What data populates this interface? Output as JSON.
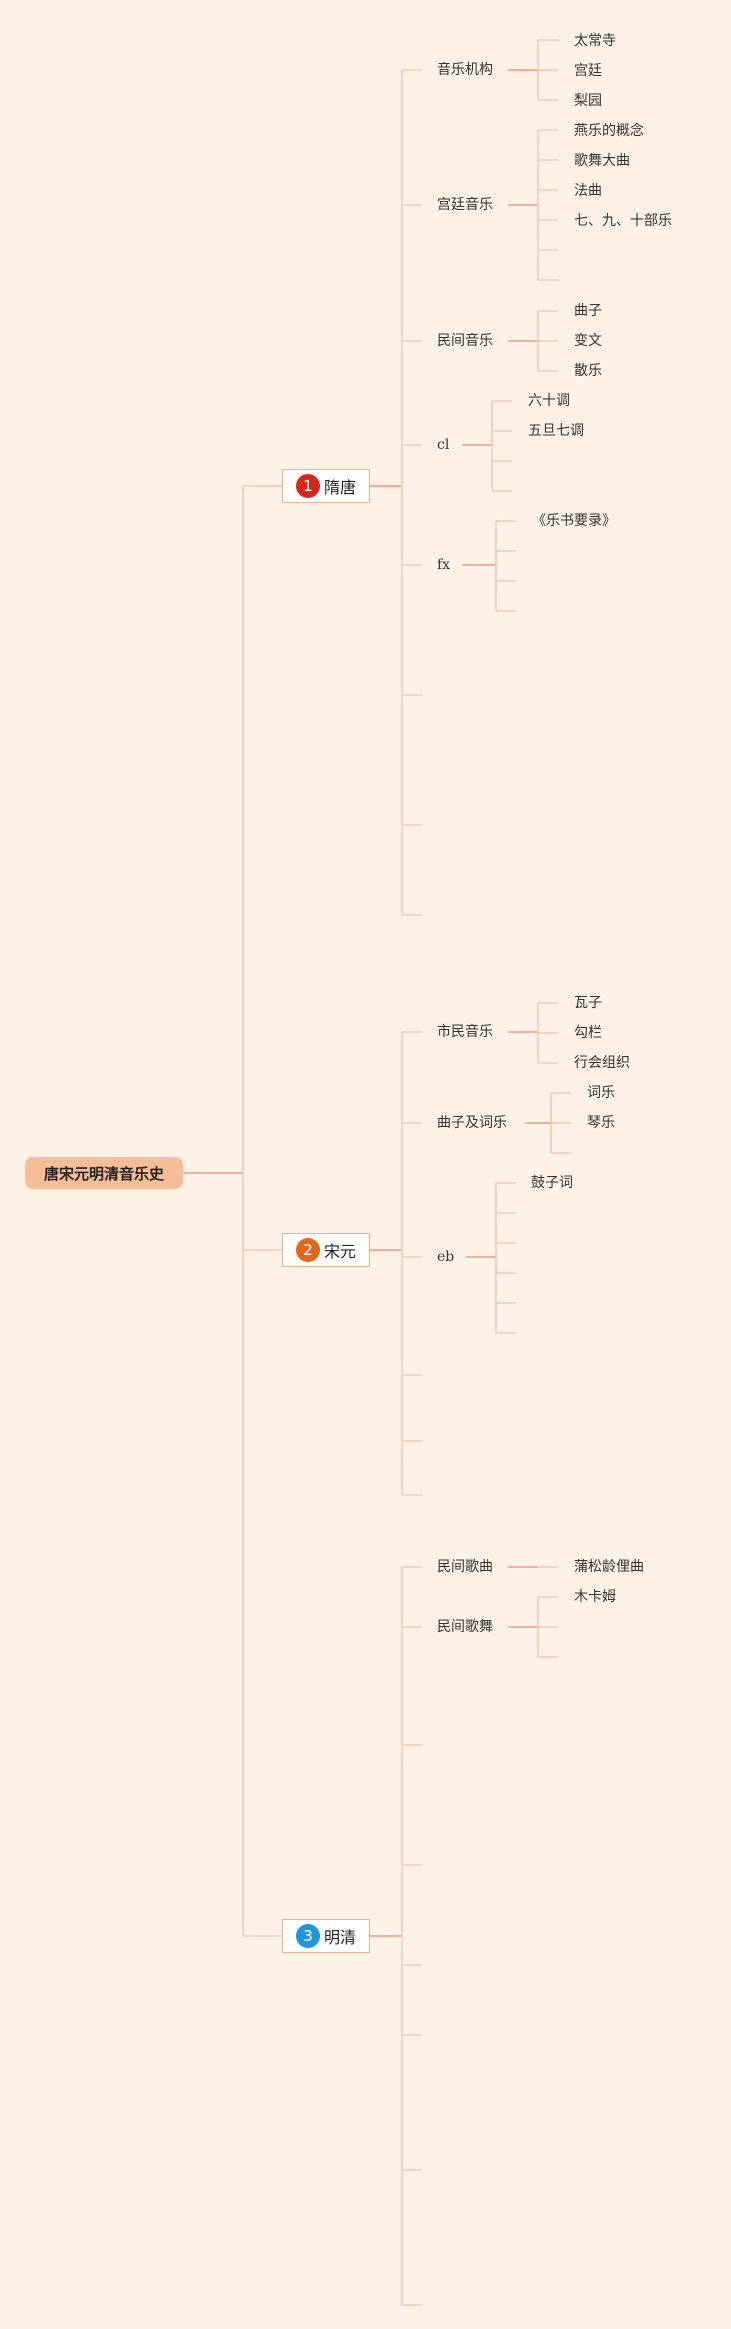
{
  "colors": {
    "background": "#fdf1e8",
    "line_far": "#f5bfa6",
    "line_near": "#e8896a",
    "root_fill": "#f6bd96"
  },
  "root": {
    "label": "唐宋元明清音乐史"
  },
  "eras": [
    {
      "badge": "1",
      "label": "隋唐",
      "badge_color": "#d9261c"
    },
    {
      "badge": "2",
      "label": "宋元",
      "badge_color": "#e2671a"
    },
    {
      "badge": "3",
      "label": "明清",
      "badge_color": "#2196d8"
    }
  ],
  "tang": {
    "institutions": {
      "label": "音乐机构",
      "items": [
        "太常寺",
        "宫廷",
        "梨园"
      ]
    },
    "court_music": {
      "label": "宫廷音乐",
      "items": [
        "燕乐的概念",
        "歌舞大曲",
        "法曲",
        "七、九、十部乐"
      ]
    },
    "folk_music": {
      "label": "民间音乐",
      "items": [
        "曲子",
        "变文",
        "散乐"
      ]
    },
    "cl": {
      "label": "cl",
      "items": [
        "六十调",
        "五旦七调"
      ]
    },
    "fx": {
      "label": "fx",
      "items": [
        "《乐书要录》"
      ]
    }
  },
  "song": {
    "citizen_music": {
      "label": "市民音乐",
      "items": [
        "瓦子",
        "勾栏",
        "行会组织"
      ]
    },
    "quzi_ci": {
      "label": "曲子及词乐",
      "items": [
        "词乐",
        "琴乐"
      ]
    },
    "eb": {
      "label": "eb",
      "items": [
        "鼓子词"
      ]
    }
  },
  "ming": {
    "folk_songs": {
      "label": "民间歌曲",
      "items": [
        "蒲松龄俚曲"
      ]
    },
    "folk_dance": {
      "label": "民间歌舞",
      "items": [
        "木卡姆"
      ]
    }
  }
}
